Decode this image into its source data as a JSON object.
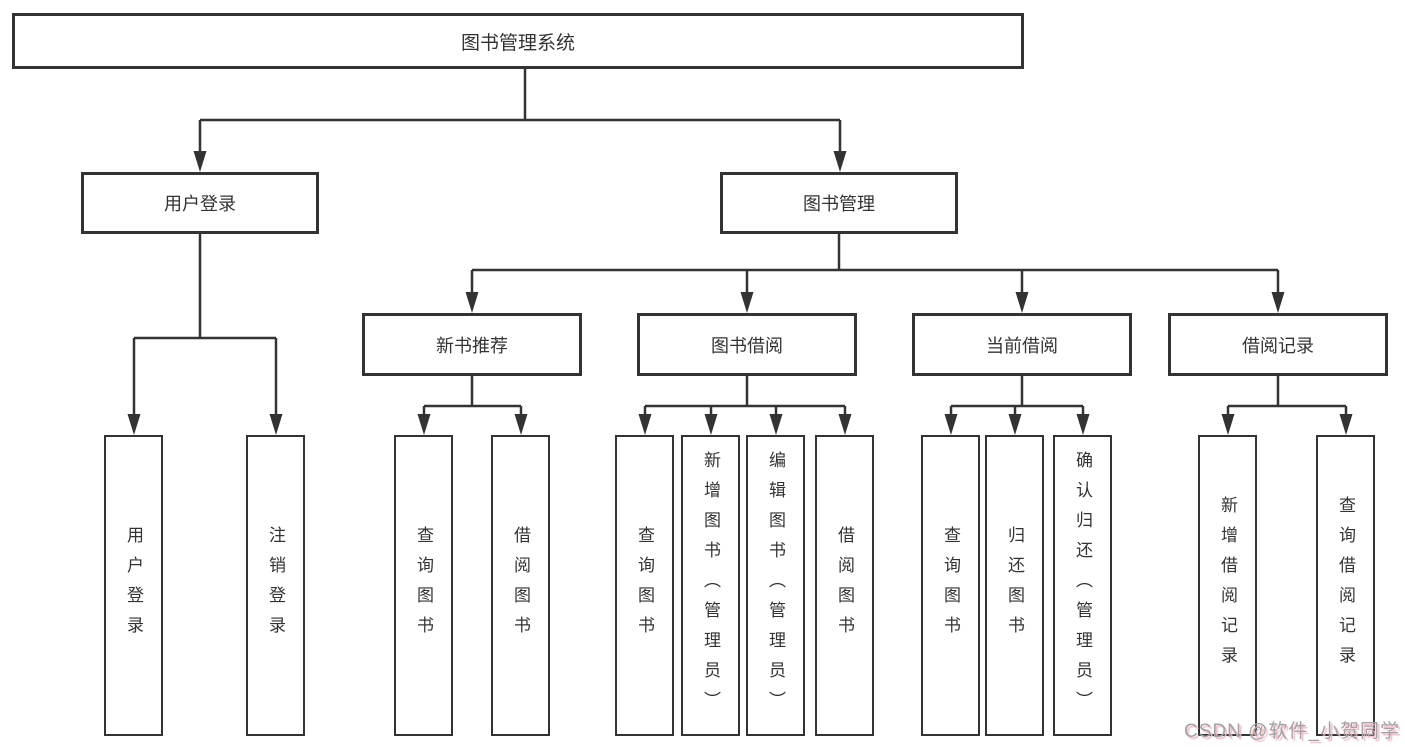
{
  "diagram": {
    "root": {
      "label": "图书管理系统"
    },
    "level1": [
      {
        "label": "用户登录"
      },
      {
        "label": "图书管理"
      }
    ],
    "level2": [
      {
        "label": "新书推荐",
        "parent": "图书管理"
      },
      {
        "label": "图书借阅",
        "parent": "图书管理"
      },
      {
        "label": "当前借阅",
        "parent": "图书管理"
      },
      {
        "label": "借阅记录",
        "parent": "图书管理"
      }
    ],
    "leaves": [
      {
        "label": "用户登录",
        "parent": "用户登录"
      },
      {
        "label": "注销登录",
        "parent": "用户登录"
      },
      {
        "label": "查询图书",
        "parent": "新书推荐"
      },
      {
        "label": "借阅图书",
        "parent": "新书推荐"
      },
      {
        "label": "查询图书",
        "parent": "图书借阅"
      },
      {
        "label": "新增图书（管理员）",
        "parent": "图书借阅"
      },
      {
        "label": "编辑图书（管理员）",
        "parent": "图书借阅"
      },
      {
        "label": "借阅图书",
        "parent": "图书借阅"
      },
      {
        "label": "查询图书",
        "parent": "当前借阅"
      },
      {
        "label": "归还图书",
        "parent": "当前借阅"
      },
      {
        "label": "确认归还（管理员）",
        "parent": "当前借阅"
      },
      {
        "label": "新增借阅记录",
        "parent": "借阅记录"
      },
      {
        "label": "查询借阅记录",
        "parent": "借阅记录"
      }
    ]
  },
  "watermark": {
    "text": "CSDN @软件_小贺同学"
  },
  "colors": {
    "line": "#333333",
    "box_border": "#333333",
    "text": "#333333",
    "background": "#ffffff",
    "watermark_gray": "#a3a3a3",
    "watermark_pink": "#f3b6c3"
  }
}
